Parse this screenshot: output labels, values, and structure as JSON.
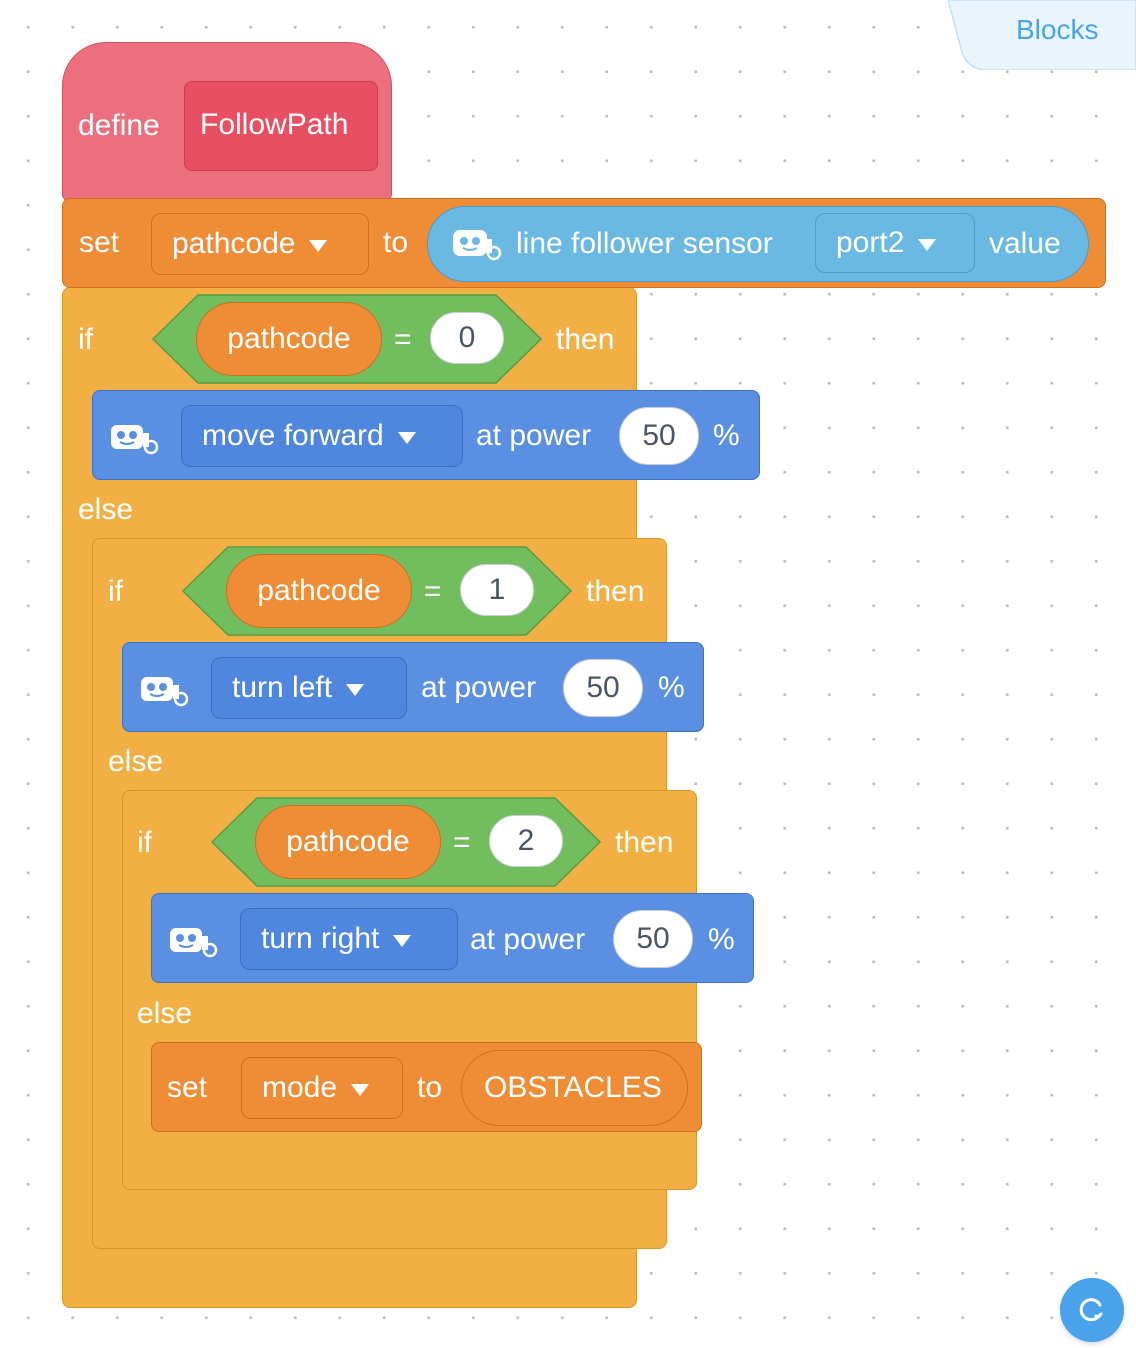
{
  "tab": {
    "label": "Blocks"
  },
  "define_block": {
    "keyword": "define",
    "name": "FollowPath"
  },
  "set_sensor": {
    "keyword": "set",
    "variable": "pathcode",
    "to_label": "to",
    "reporter": {
      "icon": "robot-icon",
      "label": "line follower sensor",
      "port": "port2",
      "suffix": "value"
    }
  },
  "if1": {
    "if_label": "if",
    "condition": {
      "variable": "pathcode",
      "operator": "=",
      "value": "0"
    },
    "then_label": "then",
    "action": {
      "icon": "robot-icon",
      "direction": "move forward",
      "at_power": "at power",
      "power": "50",
      "unit": "%"
    },
    "else_label": "else"
  },
  "if2": {
    "if_label": "if",
    "condition": {
      "variable": "pathcode",
      "operator": "=",
      "value": "1"
    },
    "then_label": "then",
    "action": {
      "icon": "robot-icon",
      "direction": "turn left",
      "at_power": "at power",
      "power": "50",
      "unit": "%"
    },
    "else_label": "else"
  },
  "if3": {
    "if_label": "if",
    "condition": {
      "variable": "pathcode",
      "operator": "=",
      "value": "2"
    },
    "then_label": "then",
    "action": {
      "icon": "robot-icon",
      "direction": "turn right",
      "at_power": "at power",
      "power": "50",
      "unit": "%"
    },
    "else_label": "else",
    "else_action": {
      "keyword": "set",
      "variable": "mode",
      "to_label": "to",
      "value": "OBSTACLES"
    }
  },
  "colors": {
    "control": "#f2b044",
    "variables": "#ef8d37",
    "operators": "#72be5e",
    "motion": "#5a8fe2",
    "sensing": "#6ab9e3",
    "my_blocks": "#ec6373",
    "accent": "#4aa3ea"
  },
  "refresh_button": {
    "icon": "refresh-icon"
  }
}
